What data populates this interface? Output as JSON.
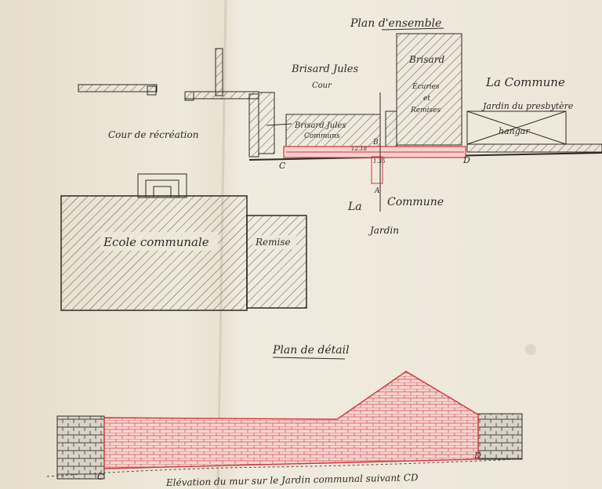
{
  "plan_ensemble": {
    "title": "Plan d'ensemble",
    "label_brisard_jules": "Brisard Jules",
    "label_cour": "Cour",
    "label_brisard": "Brisard",
    "label_ecuries": "Écuries",
    "label_et": "et",
    "label_remises": "Remises",
    "label_la_commune_top": "La Commune",
    "label_jardin_presbytere": "Jardin du presbytère",
    "label_hangar": "hangar",
    "label_cour_recreation": "Cour de récréation",
    "label_brisard_jules_communs_1": "Brisard Jules",
    "label_brisard_jules_communs_2": "Communs",
    "label_la": "La",
    "label_commune": "Commune",
    "label_jardin": "Jardin",
    "label_ecole": "Ecole communale",
    "label_remise": "Remise",
    "point_c": "C",
    "point_d": "D",
    "point_a": "A",
    "point_b": "B",
    "dim_1": "12.18",
    "dim_2": "1.35"
  },
  "plan_detail": {
    "title": "Plan de détail",
    "point_c": "C",
    "point_d": "D",
    "caption": "Elévation du mur sur le Jardin communal suivant CD"
  },
  "colors": {
    "ink": "#2d2a27",
    "red_ink": "#d2343a",
    "paper": "#efe9db"
  }
}
